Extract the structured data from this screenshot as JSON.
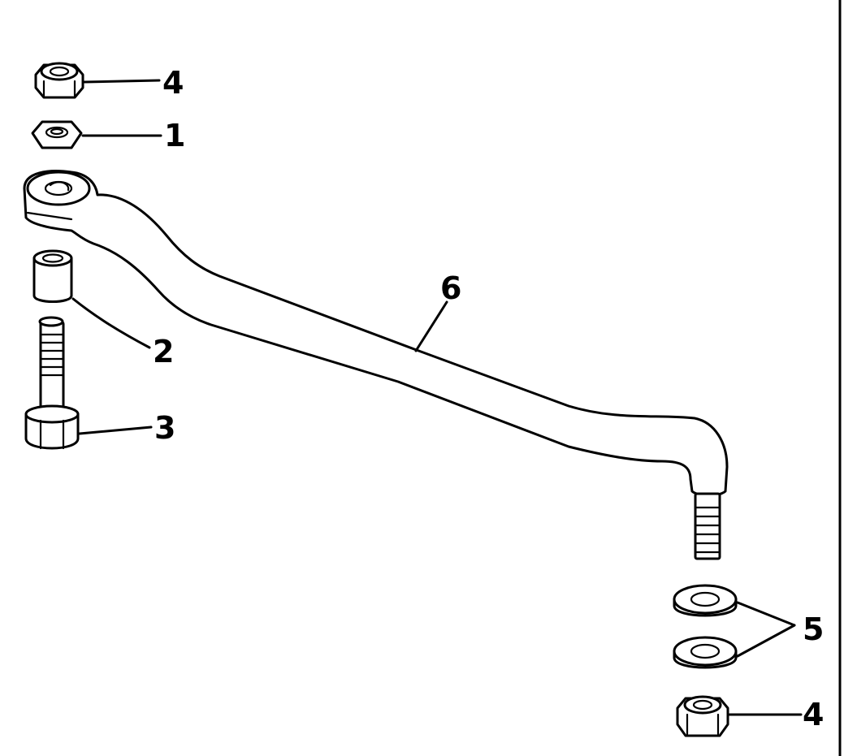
{
  "callouts": {
    "nut_top": "4",
    "hex_nut": "1",
    "spacer": "2",
    "bolt": "3",
    "tie_bar": "6",
    "washers": "5",
    "nut_bottom": "4"
  },
  "colors": {
    "ink": "#000000",
    "paper": "#ffffff"
  }
}
